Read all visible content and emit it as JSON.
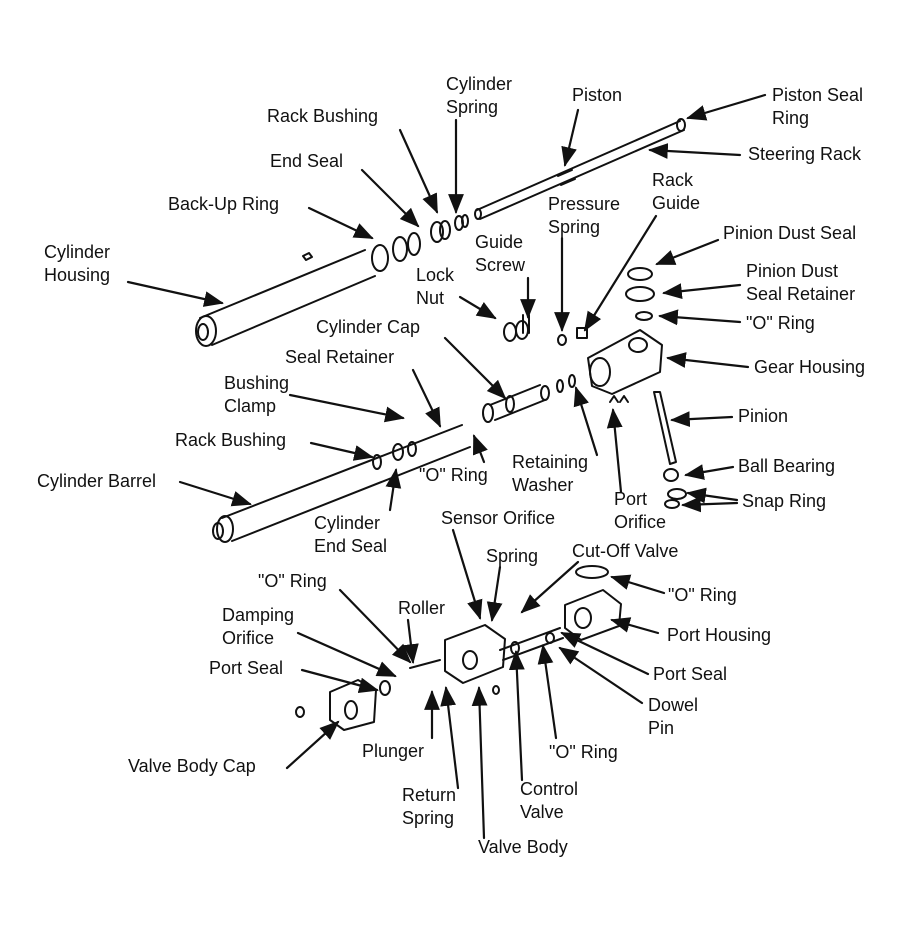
{
  "labels": {
    "cylinder_spring": [
      "Cylinder",
      "Spring"
    ],
    "piston": "Piston",
    "piston_seal_ring": [
      "Piston Seal",
      "Ring"
    ],
    "rack_bushing_top": "Rack Bushing",
    "steering_rack": "Steering Rack",
    "end_seal": "End Seal",
    "rack_guide": [
      "Rack",
      "Guide"
    ],
    "back_up_ring": "Back-Up Ring",
    "pressure_spring": [
      "Pressure",
      "Spring"
    ],
    "guide_screw": [
      "Guide",
      "Screw"
    ],
    "pinion_dust_seal": "Pinion Dust Seal",
    "cylinder_housing": [
      "Cylinder",
      "Housing"
    ],
    "lock_nut": [
      "Lock",
      "Nut"
    ],
    "pinion_dust_seal_retainer": [
      "Pinion Dust",
      "Seal Retainer"
    ],
    "cylinder_cap": "Cylinder Cap",
    "o_ring_1": "\"O\" Ring",
    "seal_retainer": "Seal Retainer",
    "gear_housing": "Gear Housing",
    "bushing_clamp": [
      "Bushing",
      "Clamp"
    ],
    "pinion": "Pinion",
    "rack_bushing_mid": "Rack Bushing",
    "retaining_washer": [
      "Retaining",
      "Washer"
    ],
    "ball_bearing": "Ball Bearing",
    "o_ring_2": "\"O\" Ring",
    "cylinder_barrel": "Cylinder Barrel",
    "port_orifice": [
      "Port",
      "Orifice"
    ],
    "snap_ring": "Snap Ring",
    "cylinder_end_seal": [
      "Cylinder",
      "End Seal"
    ],
    "sensor_orifice": "Sensor Orifice",
    "spring": "Spring",
    "cut_off_valve": "Cut-Off Valve",
    "o_ring_3": "\"O\" Ring",
    "o_ring_4": "\"O\" Ring",
    "roller": "Roller",
    "damping_orifice": [
      "Damping",
      "Orifice"
    ],
    "port_housing": "Port Housing",
    "port_seal_left": "Port Seal",
    "port_seal_right": "Port Seal",
    "dowel_pin": [
      "Dowel",
      "Pin"
    ],
    "plunger": "Plunger",
    "o_ring_5": "\"O\" Ring",
    "valve_body_cap": "Valve Body Cap",
    "return_spring": [
      "Return",
      "Spring"
    ],
    "control_valve": [
      "Control",
      "Valve"
    ],
    "valve_body": "Valve Body"
  }
}
